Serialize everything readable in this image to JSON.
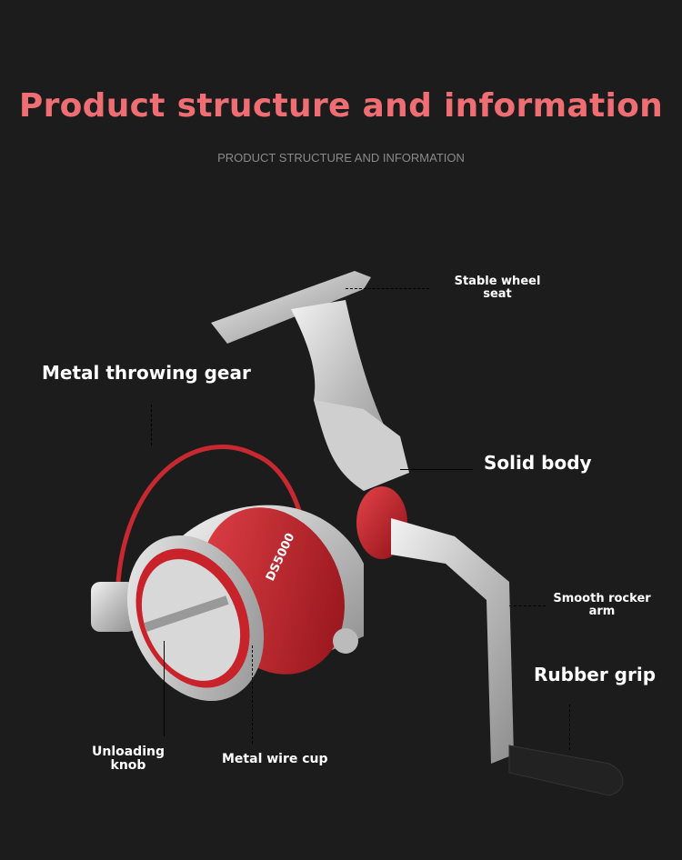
{
  "header": {
    "title": "Product structure and information",
    "subtitle": "PRODUCT STRUCTURE AND INFORMATION"
  },
  "labels": {
    "wheel_seat": "Stable wheel seat",
    "throwing_gear": "Metal throwing gear",
    "solid_body": "Solid body",
    "rocker_arm": "Smooth rocker arm",
    "rubber_grip": "Rubber grip",
    "unloading_knob": "Unloading knob",
    "wire_cup": "Metal wire cup"
  },
  "product": {
    "model_print": "DS5000"
  },
  "colors": {
    "accent": "#ee6e74",
    "background": "#1c1c1c",
    "spool_red": "#c8222a"
  }
}
